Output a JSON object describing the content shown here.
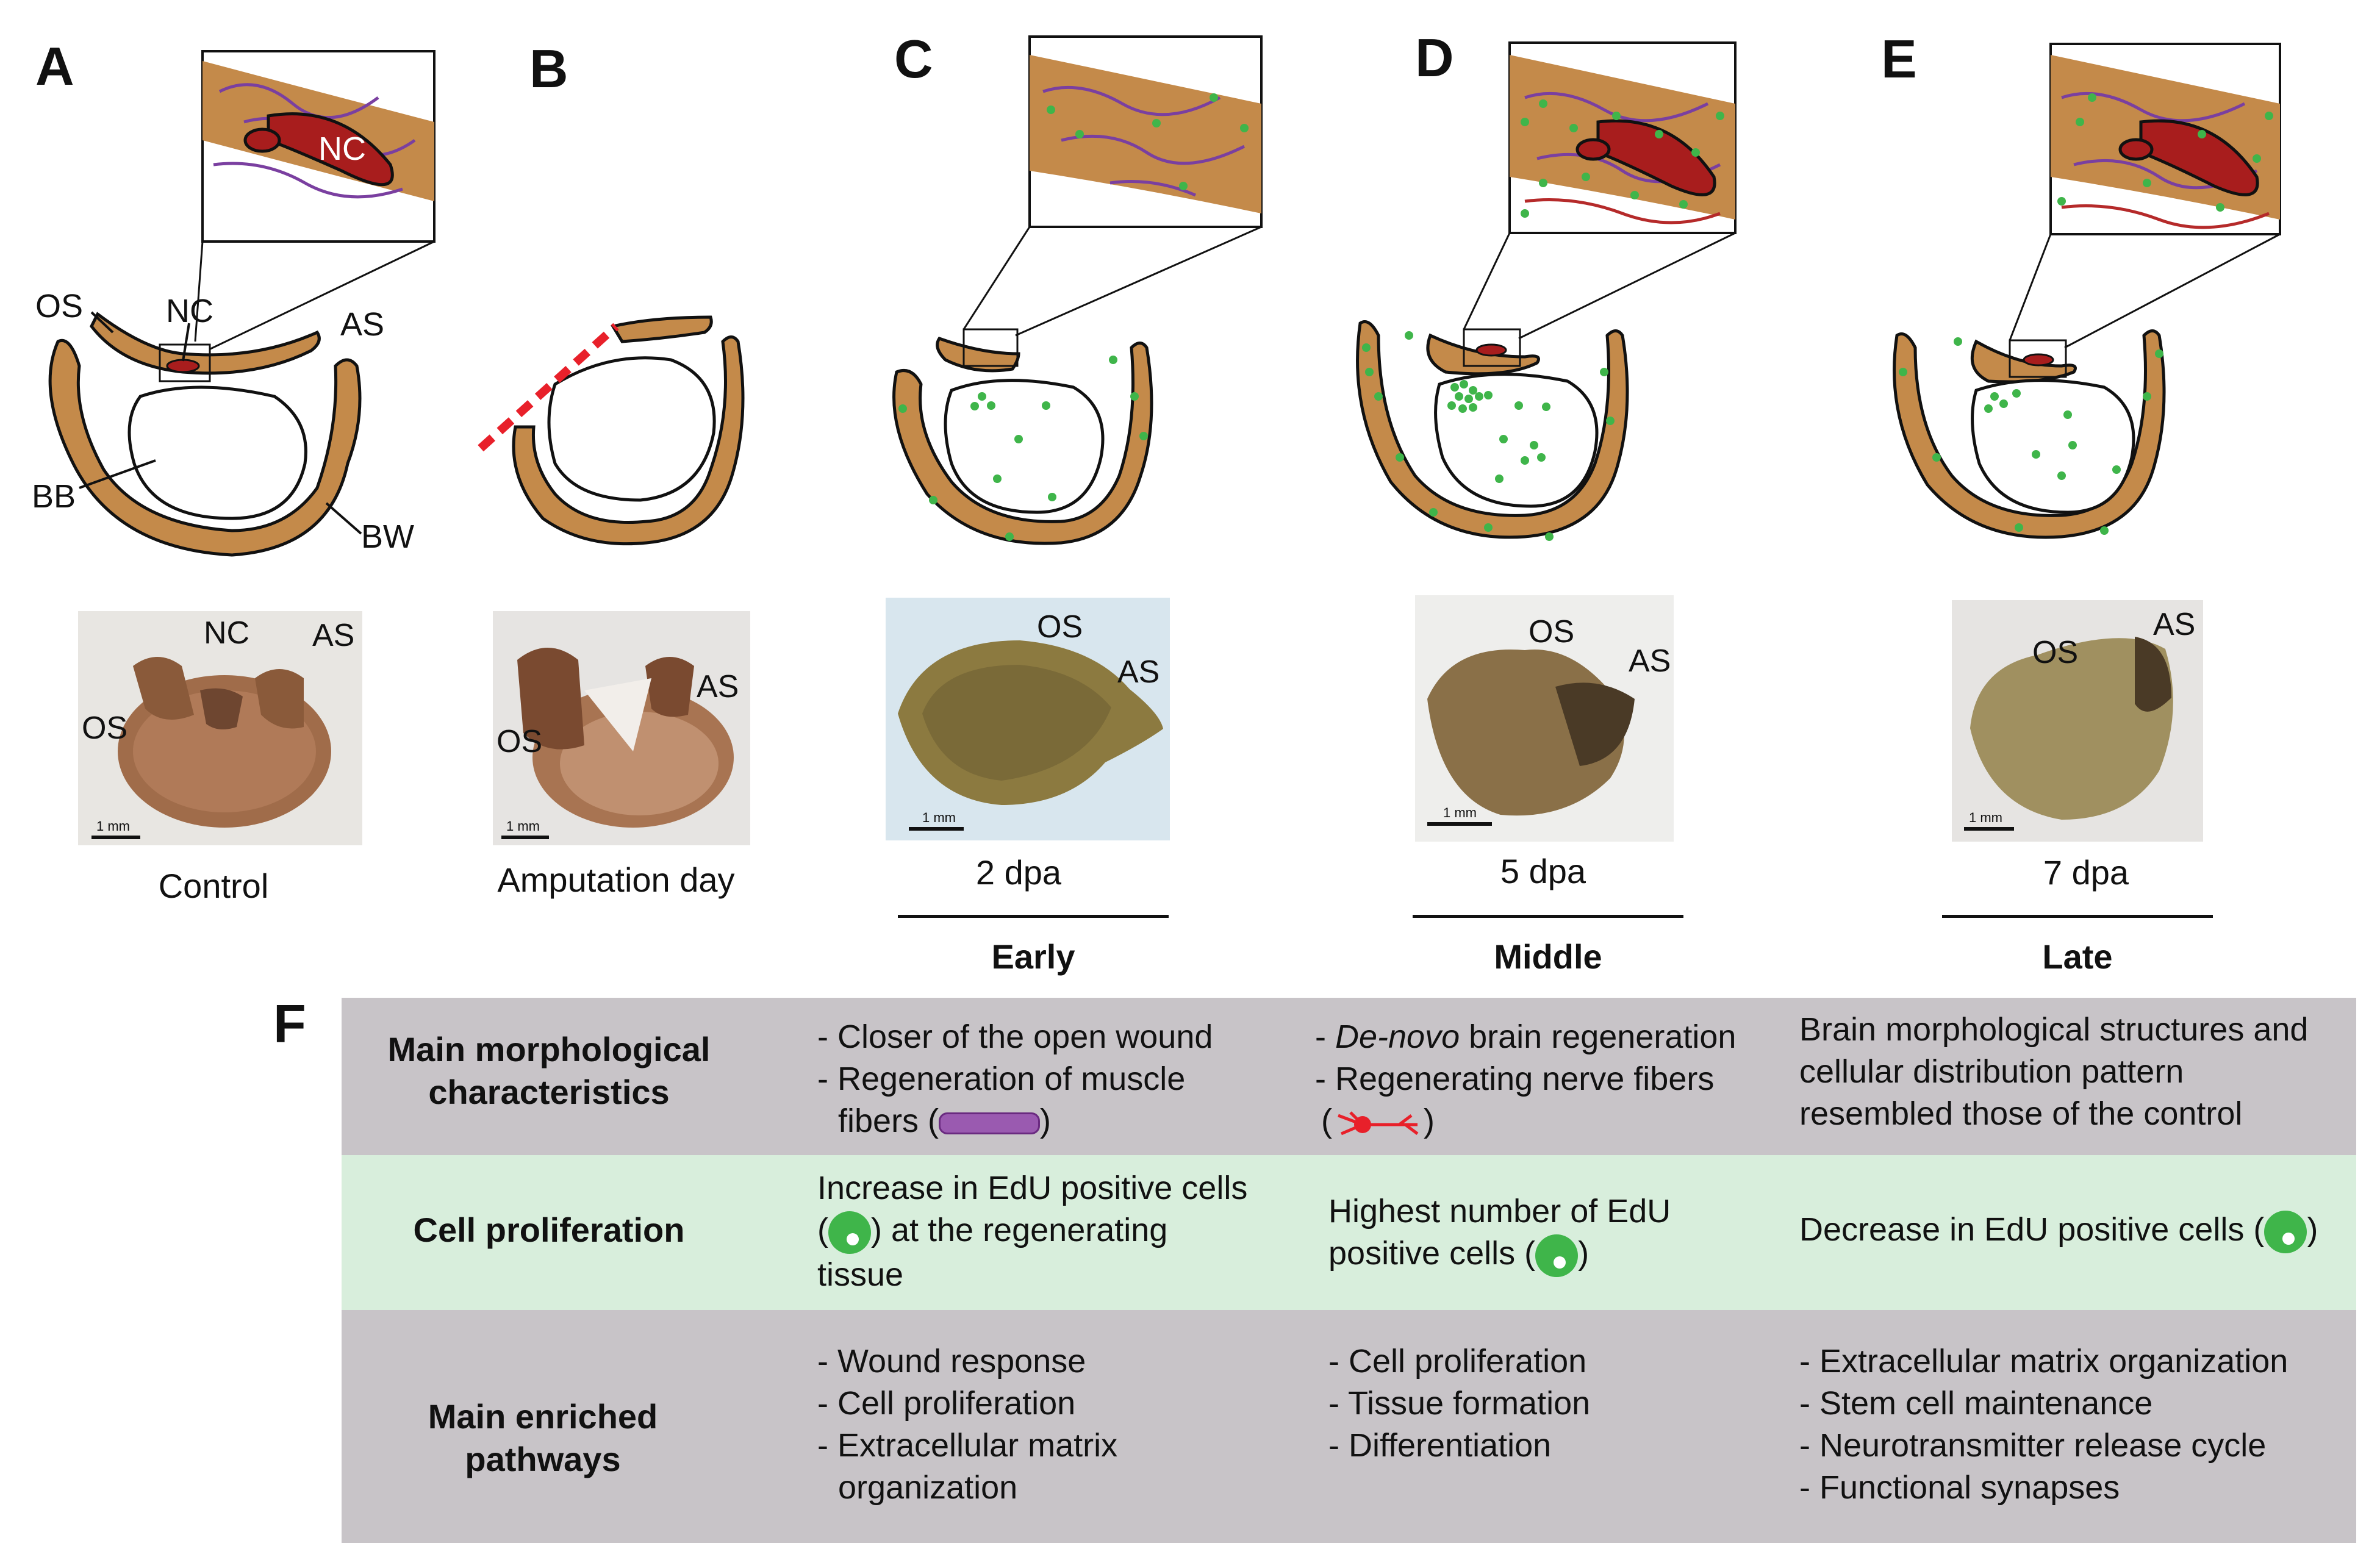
{
  "panels": {
    "A": {
      "letter": "A",
      "caption": "Control"
    },
    "B": {
      "letter": "B",
      "caption": "Amputation day"
    },
    "C": {
      "letter": "C",
      "caption": "2 dpa"
    },
    "D": {
      "letter": "D",
      "caption": "5 dpa"
    },
    "E": {
      "letter": "E",
      "caption": "7 dpa"
    },
    "F": {
      "letter": "F"
    }
  },
  "diagram_labels": {
    "nc_zoom": "NC",
    "os": "OS",
    "nc": "NC",
    "as": "AS",
    "bb": "BB",
    "bw": "BW"
  },
  "photo_labels": {
    "os": "OS",
    "nc": "NC",
    "as": "AS",
    "scale": "1 mm"
  },
  "stages": {
    "early": "Early",
    "middle": "Middle",
    "late": "Late"
  },
  "table": {
    "rows": [
      {
        "header": [
          "Main morphological",
          "characteristics"
        ],
        "early": [
          "- Closer of the open wound",
          "- Regeneration of muscle",
          "fibers ("
        ],
        "early_suffix": ")",
        "middle_italic": "De-novo",
        "middle": [
          "- ",
          " brain regeneration",
          "- Regenerating nerve fibers",
          "("
        ],
        "middle_suffix": ")",
        "late": [
          "Brain morphological structures and",
          "cellular distribution pattern",
          "resembled those of the control"
        ]
      },
      {
        "header": [
          "Cell proliferation"
        ],
        "early": [
          "Increase in EdU positive cells",
          "(",
          ") at the regenerating",
          "tissue"
        ],
        "middle": [
          "Highest number of EdU",
          "positive cells (",
          ")"
        ],
        "late": [
          "Decrease in EdU positive cells (",
          ")"
        ]
      },
      {
        "header": [
          "Main enriched",
          "pathways"
        ],
        "early": [
          "- Wound response",
          "- Cell proliferation",
          "- Extracellular matrix",
          "organization"
        ],
        "middle": [
          "- Cell proliferation",
          "- Tissue formation",
          "- Differentiation"
        ],
        "late": [
          "- Extracellular matrix organization",
          "- Stem cell maintenance",
          "- Neurotransmitter release cycle",
          "- Functional synapses"
        ]
      }
    ]
  },
  "colors": {
    "wall": "#c48a4a",
    "nc": "#a81d1d",
    "edu": "#3fb54a",
    "cut": "#e8202a",
    "row_gray": "#c8c4c8",
    "row_green": "#d8eedc"
  }
}
